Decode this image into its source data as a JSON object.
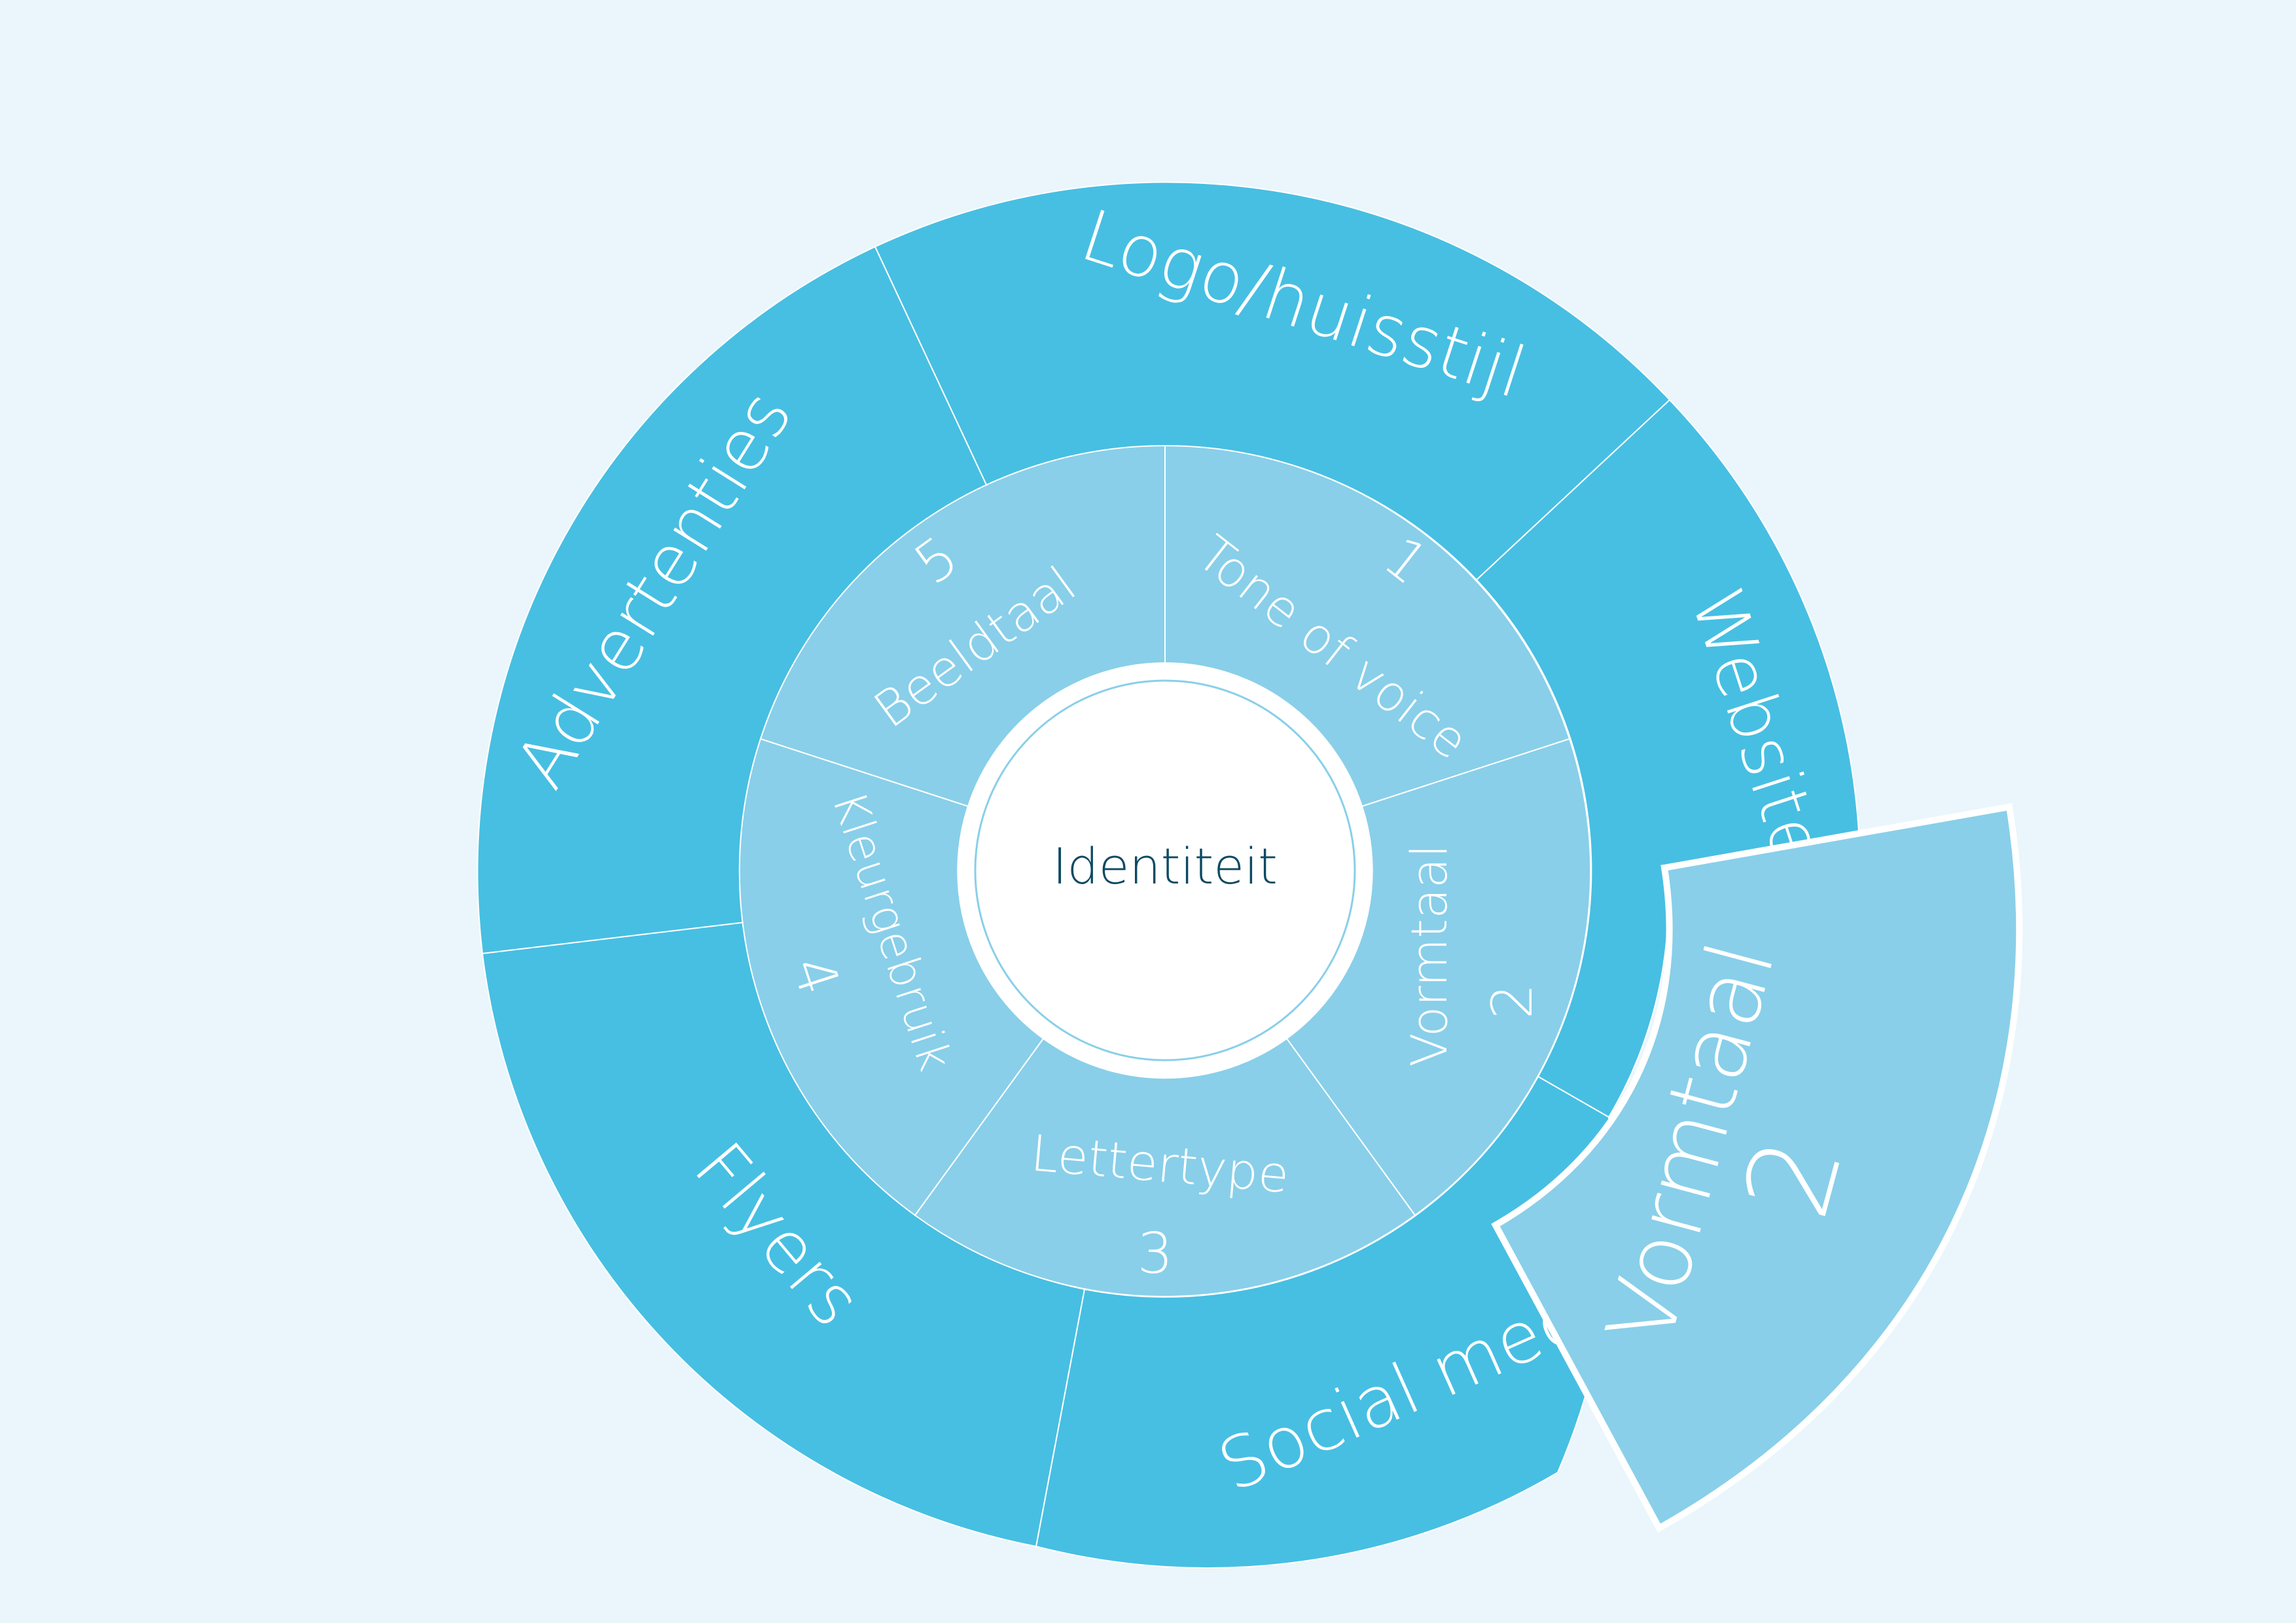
{
  "center": {
    "label": "Identiteit"
  },
  "inner_ring": [
    {
      "label": "Tone of voice",
      "number": "1"
    },
    {
      "label": "Vormtaal",
      "number": "2"
    },
    {
      "label": "Lettertype",
      "number": "3"
    },
    {
      "label": "Kleurgebruik",
      "number": "4"
    },
    {
      "label": "Beeldtaal",
      "number": "5"
    }
  ],
  "outer_ring": [
    {
      "label": "Logo/huisstijl"
    },
    {
      "label": "Website"
    },
    {
      "label": "Social media"
    },
    {
      "label": "Flyers"
    },
    {
      "label": "Advertenties"
    }
  ],
  "highlight": {
    "label": "Vormtaal",
    "number": "2"
  },
  "colors": {
    "background": "#eaf6fc",
    "outer_ring": "#47bfe2",
    "inner_ring": "#89cfe9",
    "center_fill": "#ffffff",
    "center_text": "#0d4a63",
    "label_text": "#ffffff"
  }
}
